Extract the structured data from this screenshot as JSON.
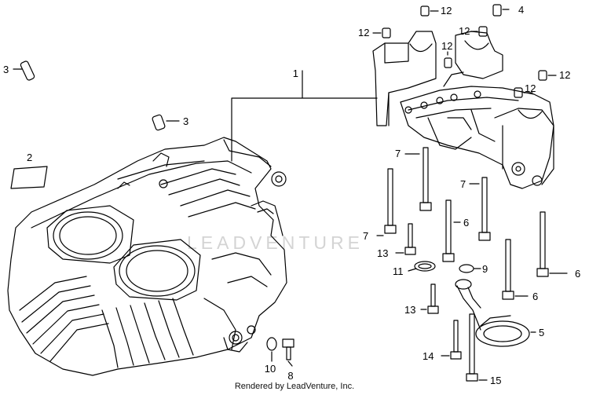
{
  "callouts": {
    "c1": "1",
    "c2": "2",
    "c3a": "3",
    "c3b": "3",
    "c4": "4",
    "c5": "5",
    "c6a": "6",
    "c6b": "6",
    "c6c": "6",
    "c7a": "7",
    "c7b": "7",
    "c7c": "7",
    "c8": "8",
    "c9": "9",
    "c10": "10",
    "c11": "11",
    "c12a": "12",
    "c12b": "12",
    "c12c": "12",
    "c12d": "12",
    "c12e": "12",
    "c12f": "12",
    "c13a": "13",
    "c13b": "13",
    "c14": "14",
    "c15": "15"
  },
  "watermark": "LEADVENTURE",
  "footer": "Rendered by LeadVenture, Inc.",
  "colors": {
    "line": "#000000",
    "watermark": "#d4d4d4"
  }
}
